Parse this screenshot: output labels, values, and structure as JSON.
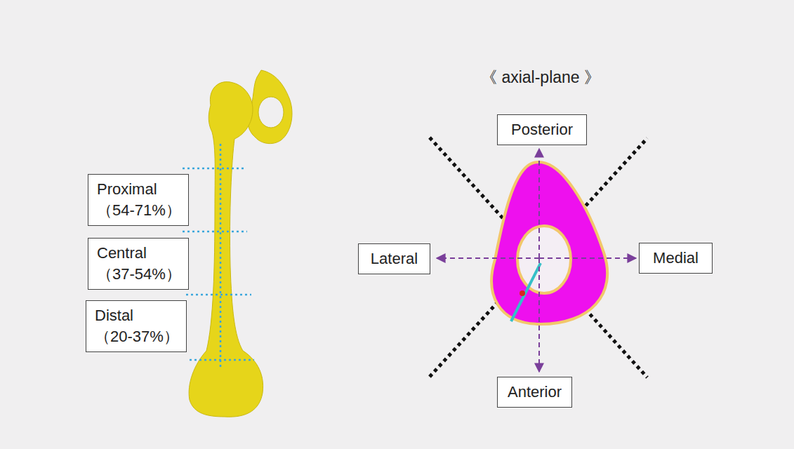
{
  "diagram": {
    "nodes": [
      {
        "text": [
          "Proximal （54-71%）"
        ]
      },
      {
        "text": [
          "Central （37-54%）"
        ]
      },
      {
        "text": [
          "Distal （20-37%）"
        ]
      },
      {
        "text": [
          "Posterior"
        ]
      },
      {
        "text": [
          "Lateral"
        ]
      },
      {
        "text": [
          "Medial"
        ]
      },
      {
        "text": [
          "Anterior"
        ]
      }
    ],
    "labels": [
      "《 axial-plane 》"
    ]
  }
}
